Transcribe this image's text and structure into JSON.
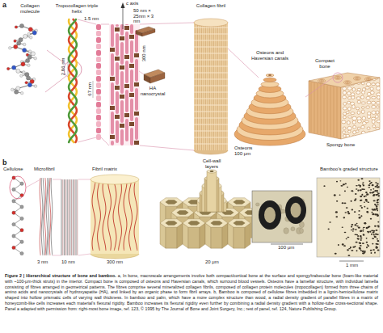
{
  "diagram": {
    "title": "Figure 2 | Hierarchical structure of bone and bamboo.",
    "caption": "a, In bone, macroscale arrangements involve both compact/cortical bone at the surface and spongy/trabecular bone (foam-like material with ~100-μm-thick struts) in the interior. Compact bone is composed of osteons and Haversian canals, which surround blood vessels. Osteons have a lamellar structure, with individual lamella consisting of fibres arranged in geometrical patterns. The fibres comprise several mineralized collagen fibrils, composed of collagen protein molecules (tropocollagen) formed from three chains of amino acids and nanocrystals of hydroxyapatite (HA), and linked by an organic phase to form fibril arrays. b, Bamboo is composed of cellulose fibres imbedded in a lignin-hemicellulose matrix shaped into hollow prismatic cells of varying wall thickness. In bamboo and palm, which have a more complex structure than wood, a radial density gradient of parallel fibres in a matrix of honeycomb-like cells increases each material's flexural rigidity. Bamboo increases its flexural rigidity even further by combining a radial density gradient with a hollow-tube cross-sectional shape. Panel a adapted with permission from: right-most bone image, ref. 123, © 1995 by The Journal of Bone and Joint Surgery, Inc.; rest of panel, ref. 124, Nature Publishing Group.",
    "labels": [
      "a",
      "Collagen molecule",
      "Tropocollagen triple helix",
      "c axis",
      "50 nm × 25nm × 3 nm",
      "Collagen fibril",
      "1.5 nm",
      "2.86 nm",
      "67 nm",
      "300 nm",
      "HA nanocrystal",
      "Osteons and Haversian canals",
      "Compact bone",
      "Osteons",
      "100 μm",
      "Spongy bone",
      "b",
      "Cellulose",
      "Microfibril",
      "Fibril matrix",
      "Cell-wall layers",
      "Bamboo's graded structure",
      "3 nm",
      "10 nm",
      "300 nm",
      "20 μm",
      "100 μm",
      "1 mm"
    ]
  }
}
